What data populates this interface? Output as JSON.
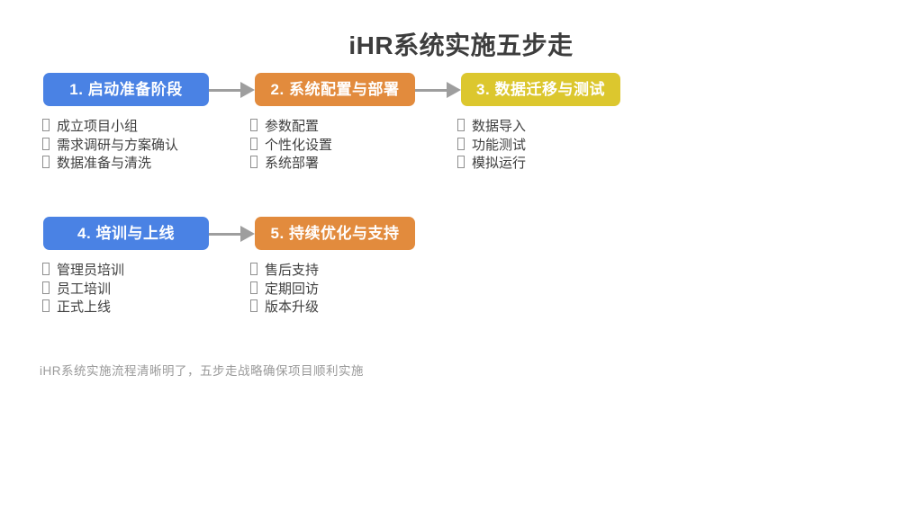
{
  "title": "iHR系统实施五步走",
  "caption": "iHR系统实施流程清晰明了，五步走战略确保项目顺利实施",
  "colors": {
    "blue": "#4a82e4",
    "orange": "#e28b3d",
    "yellow": "#dcc72e",
    "arrow": "#9e9e9e",
    "title_text": "#3d3d3d",
    "body_text": "#3f3f3f",
    "caption_text": "#9a9a9a"
  },
  "icons": {
    "bullet": "missing-glyph-box"
  },
  "steps": [
    {
      "label": "1. 启动准备阶段",
      "color": "blue",
      "items": [
        "成立项目小组",
        "需求调研与方案确认",
        "数据准备与清洗"
      ]
    },
    {
      "label": "2. 系统配置与部署",
      "color": "orange",
      "items": [
        "参数配置",
        "个性化设置",
        "系统部署"
      ]
    },
    {
      "label": "3. 数据迁移与测试",
      "color": "yellow",
      "items": [
        "数据导入",
        "功能测试",
        "模拟运行"
      ]
    },
    {
      "label": "4. 培训与上线",
      "color": "blue",
      "items": [
        "管理员培训",
        "员工培训",
        "正式上线"
      ]
    },
    {
      "label": "5. 持续优化与支持",
      "color": "orange",
      "items": [
        "售后支持",
        "定期回访",
        "版本升级"
      ]
    }
  ]
}
